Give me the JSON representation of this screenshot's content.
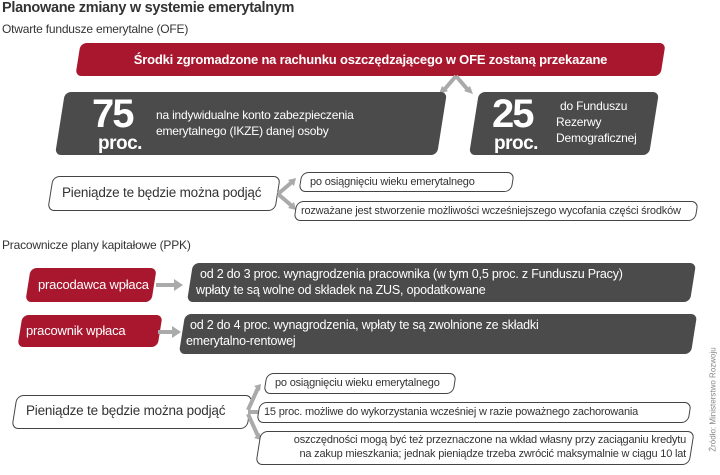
{
  "title": "Planowane zmiany w systemie emerytalnym",
  "ofe": {
    "heading": "Otwarte fundusze emerytalne (OFE)",
    "banner": "Środki zgromadzone na rachunku oszczędzającego w OFE zostaną przekazane",
    "left": {
      "number": "75",
      "unit": "proc.",
      "text": "na indywidualne konto zabezpieczenia emerytalnego (IKZE) danej osoby"
    },
    "right": {
      "number": "25",
      "unit": "proc.",
      "text_lines": [
        "do Funduszu",
        "Rezerwy",
        "Demograficznej"
      ]
    },
    "withdraw_label": "Pieniądze te będzie można podjąć",
    "withdraw_options": [
      "po osiągnięciu wieku emerytalnego",
      "rozważane jest stworzenie możliwości wcześniejszego wycofania części środków"
    ]
  },
  "ppk": {
    "heading": "Pracownicze plany kapitałowe (PPK)",
    "employer_label": "pracodawca wpłaca",
    "employer_lines": [
      "od 2 do 3 proc. wynagrodzenia pracownika  (w tym 0,5 proc. z Funduszu Pracy)",
      "wpłaty te są wolne od składek na ZUS, opodatkowane"
    ],
    "employee_label": "pracownik wpłaca",
    "employee_lines": [
      "od 2 do 4 proc. wynagrodzenia, wpłaty te są zwolnione ze składki",
      "emerytalno-rentowej"
    ],
    "withdraw_label": "Pieniądze te będzie można podjąć",
    "withdraw_options": [
      "po osiągnięciu wieku emerytalnego",
      "15 proc. możliwe do wykorzystania wcześniej w razie poważnego zachorowania"
    ],
    "withdraw_option3_lines": [
      "oszczędności mogą być też przeznaczone na wkład własny przy zaciąganiu kredytu",
      "na zakup mieszkania; jednak pieniądze trzeba zwrócić maksymalnie w ciągu 10 lat"
    ]
  },
  "source": "Źródło: Ministerstwo Rozwoju",
  "colors": {
    "red": "#a8172e",
    "dark": "#4b4b4b",
    "arrow": "#aaaaaa"
  }
}
